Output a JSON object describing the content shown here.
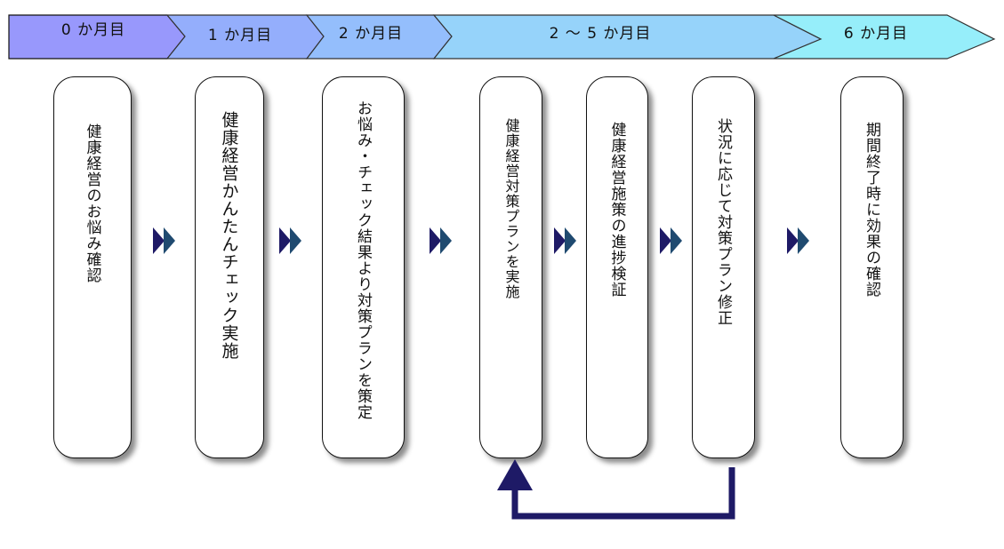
{
  "timeline": {
    "phases": [
      {
        "label": "0 か月目",
        "color": "#9898fc"
      },
      {
        "label": "1 か月目",
        "color": "#94aefc"
      },
      {
        "label": "2 か月目",
        "color": "#94befc"
      },
      {
        "label": "2 〜 5 か月目",
        "color": "#96d3fa"
      },
      {
        "label": "6 か月目",
        "color": "#96eefa"
      }
    ]
  },
  "steps": [
    {
      "text": "健康経営のお悩み確認"
    },
    {
      "text": "健康経営かんたんチェック実施"
    },
    {
      "text": "お悩み・チェック結果より対策プランを策定"
    },
    {
      "text": "健康経営対策プランを実施"
    },
    {
      "text": "健康経営施策の進捗検証"
    },
    {
      "text": "状況に応じて対策プラン修正"
    },
    {
      "text": "期間終了時に効果の確認"
    }
  ],
  "colors": {
    "arrow_dark": "#1e1a66",
    "arrow_light": "#1f4a70",
    "loop": "#1e1a66"
  },
  "icons": {
    "step_arrow": "double-chevron-right-icon",
    "feedback": "loop-back-arrow-icon"
  }
}
